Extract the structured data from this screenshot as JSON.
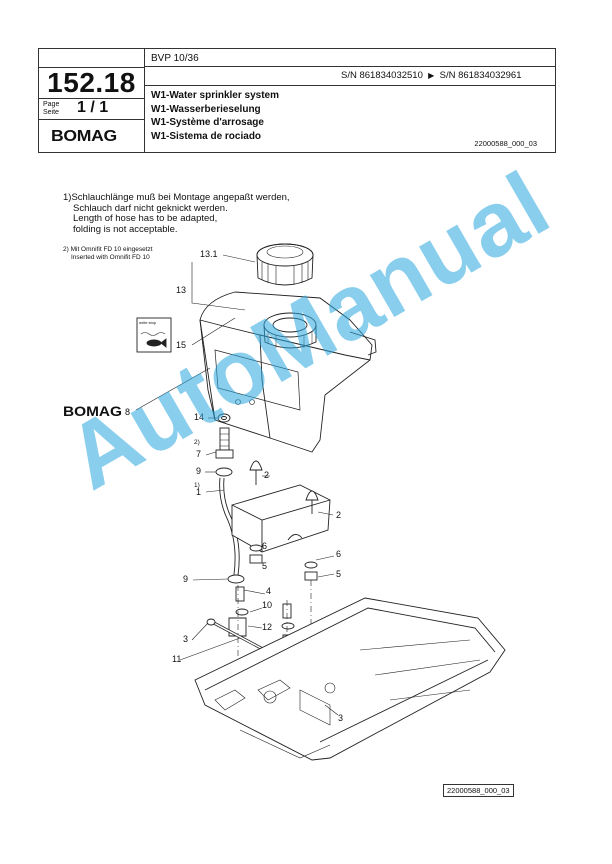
{
  "header": {
    "page_number": "152.18",
    "page_label": "Page",
    "seite_label": "Seite",
    "pages": "1 / 1",
    "logo": "BOMAG",
    "model": "BVP 10/36",
    "sn_from": "S/N 861834032510",
    "sn_arrow": "▶",
    "sn_to": "S/N 861834032961",
    "titles": [
      "W1-Water sprinkler system",
      "W1-Wasserberieselung",
      "W1-Système d'arrosage",
      "W1-Sistema de rociado"
    ],
    "doc_number": "22000588_000_03"
  },
  "notes": {
    "note1": [
      "1)Schlauchlänge muß bei Montage angepaßt werden,",
      "Schlauch darf nicht geknickt werden.",
      "Length of  hose has to be adapted,",
      "folding is not acceptable."
    ],
    "note2": [
      "2)  Mit Omnifit FD 10 eingesetzt",
      "Inserted with Omnifit FD 10"
    ]
  },
  "callouts": {
    "c13_1": "13.1",
    "c13": "13",
    "c15": "15",
    "c8": "8",
    "c14": "14",
    "c2a": "2)",
    "c7": "7",
    "c9a": "9",
    "c1a": "1)",
    "c1": "1",
    "c2_top": "2",
    "c2_right": "2",
    "c6a": "6",
    "c5a": "5",
    "c6b": "6",
    "c5b": "5",
    "c9b": "9",
    "c4": "4",
    "c10": "10",
    "c3a": "3",
    "c12": "12",
    "c11": "11",
    "c3b": "3"
  },
  "sticker_text": "write stop",
  "bomag_label": "BOMAG",
  "watermark": "AutoManual",
  "footer_doc_number": "22000588_000_03",
  "colors": {
    "watermark": "#2aa7df",
    "line": "#222222"
  }
}
